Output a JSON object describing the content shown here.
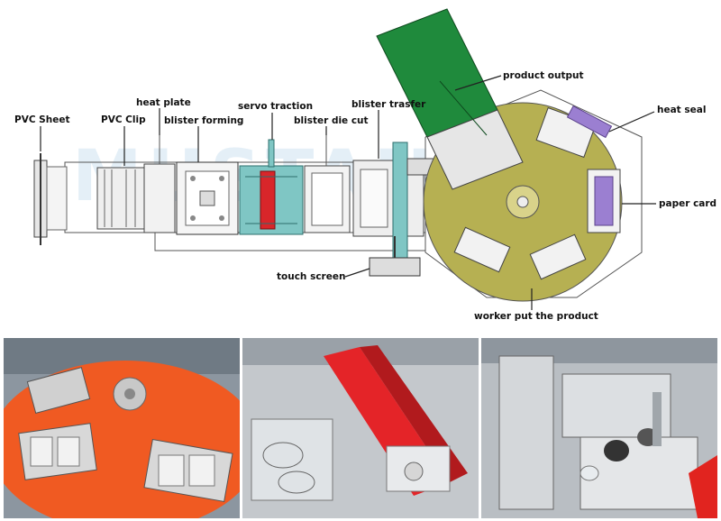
{
  "labels": {
    "pvc_sheet": "PVC Sheet",
    "pvc_clip": "PVC Clip",
    "heat_plate": "heat plate",
    "blister_forming": "blister forming",
    "servo_traction": "servo traction",
    "blister_die_cut": "blister die cut",
    "blister_transfer": "blister trasfer",
    "product_output": "product output",
    "heat_seal": "heat seal",
    "paper_card": "paper card",
    "touch_screen": "touch screen",
    "worker_put_product": "worker put the product"
  },
  "colors": {
    "forming_teal": "#7fc6c4",
    "servo_roller": "#d8262a",
    "conveyor_green": "#1f8a3c",
    "turntable_olive": "#b6b052",
    "heat_seal_purple": "#9b7fd1",
    "photo_orange": "#f05a22"
  },
  "photos": [
    {
      "subject": "orange rotary turntable"
    },
    {
      "subject": "red servo traction roller"
    },
    {
      "subject": "blister die cut station"
    }
  ]
}
